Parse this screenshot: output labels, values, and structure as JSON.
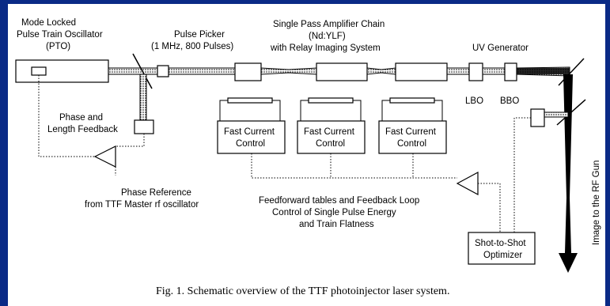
{
  "diagram": {
    "labels": {
      "pto": [
        "Mode Locked",
        "Pulse Train Oscillator",
        "(PTO)"
      ],
      "picker": [
        "Pulse Picker",
        "(1 MHz, 800 Pulses)"
      ],
      "amp": [
        "Single Pass Amplifier Chain",
        "(Nd:YLF)",
        "with Relay Imaging System"
      ],
      "uv": "UV Generator",
      "lbo": "LBO",
      "bbo": "BBO",
      "phase_fb": [
        "Phase and",
        "Length Feedback"
      ],
      "fcc": [
        "Fast Current",
        "Control"
      ],
      "phase_ref": [
        "Phase Reference",
        "from TTF Master rf oscillator"
      ],
      "feedforward": [
        "Feedforward tables and Feedback Loop",
        "Control of Single Pulse Energy",
        "and Train Flatness"
      ],
      "optimizer": [
        "Shot-to-Shot",
        "Optimizer"
      ],
      "rf_gun": "Image to the RF Gun"
    },
    "caption": "Fig. 1. Schematic overview of the TTF photoinjector laser system."
  },
  "colors": {
    "frame": "#0a2a86"
  }
}
